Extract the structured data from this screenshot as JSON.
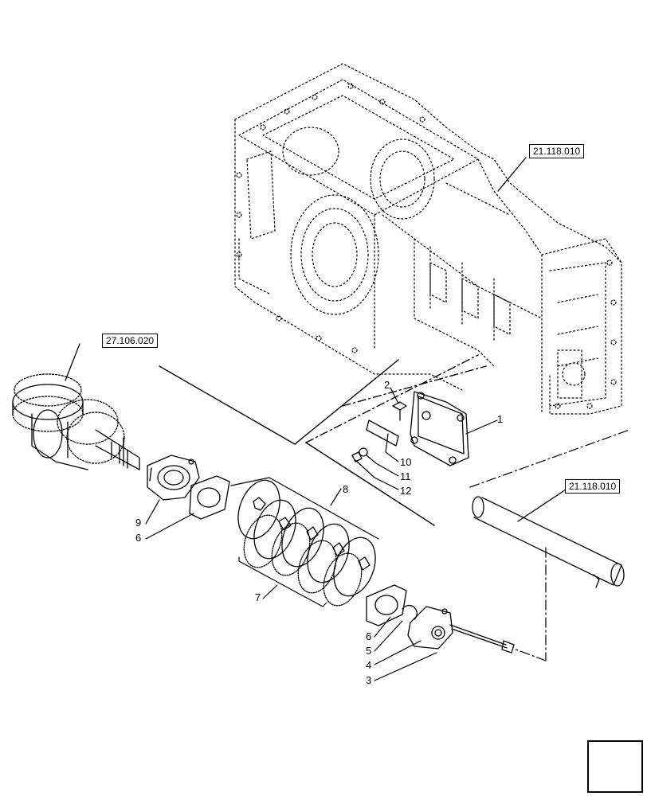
{
  "references": {
    "housing_top": "21.118.010",
    "gear_shaft": "27.106.020",
    "tube_right": "21.118.010"
  },
  "callouts": {
    "c1": "1",
    "c2": "2",
    "c3": "3",
    "c4": "4",
    "c5": "5",
    "c6a": "6",
    "c6b": "6",
    "c7": "7",
    "c8": "8",
    "c9": "9",
    "c10": "10",
    "c11": "11",
    "c12": "12"
  },
  "nav": {
    "icon": "next-page-arrow-icon"
  },
  "colors": {
    "line": "#000000",
    "background": "#ffffff"
  }
}
